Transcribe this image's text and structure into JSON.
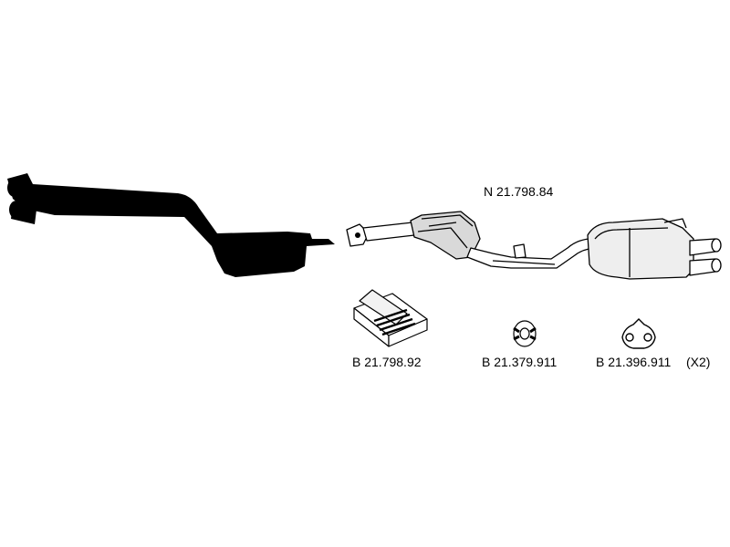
{
  "assembly": {
    "part_number": "N 21.798.84"
  },
  "parts": [
    {
      "part_number": "B 21.798.92"
    },
    {
      "part_number": "B 21.379.911"
    },
    {
      "part_number": "B 21.396.911",
      "quantity": "(X2)"
    }
  ],
  "colors": {
    "front_pipe": "#000000",
    "line": "#000000",
    "fill": "#ffffff",
    "shade": "#d9d9d9"
  }
}
